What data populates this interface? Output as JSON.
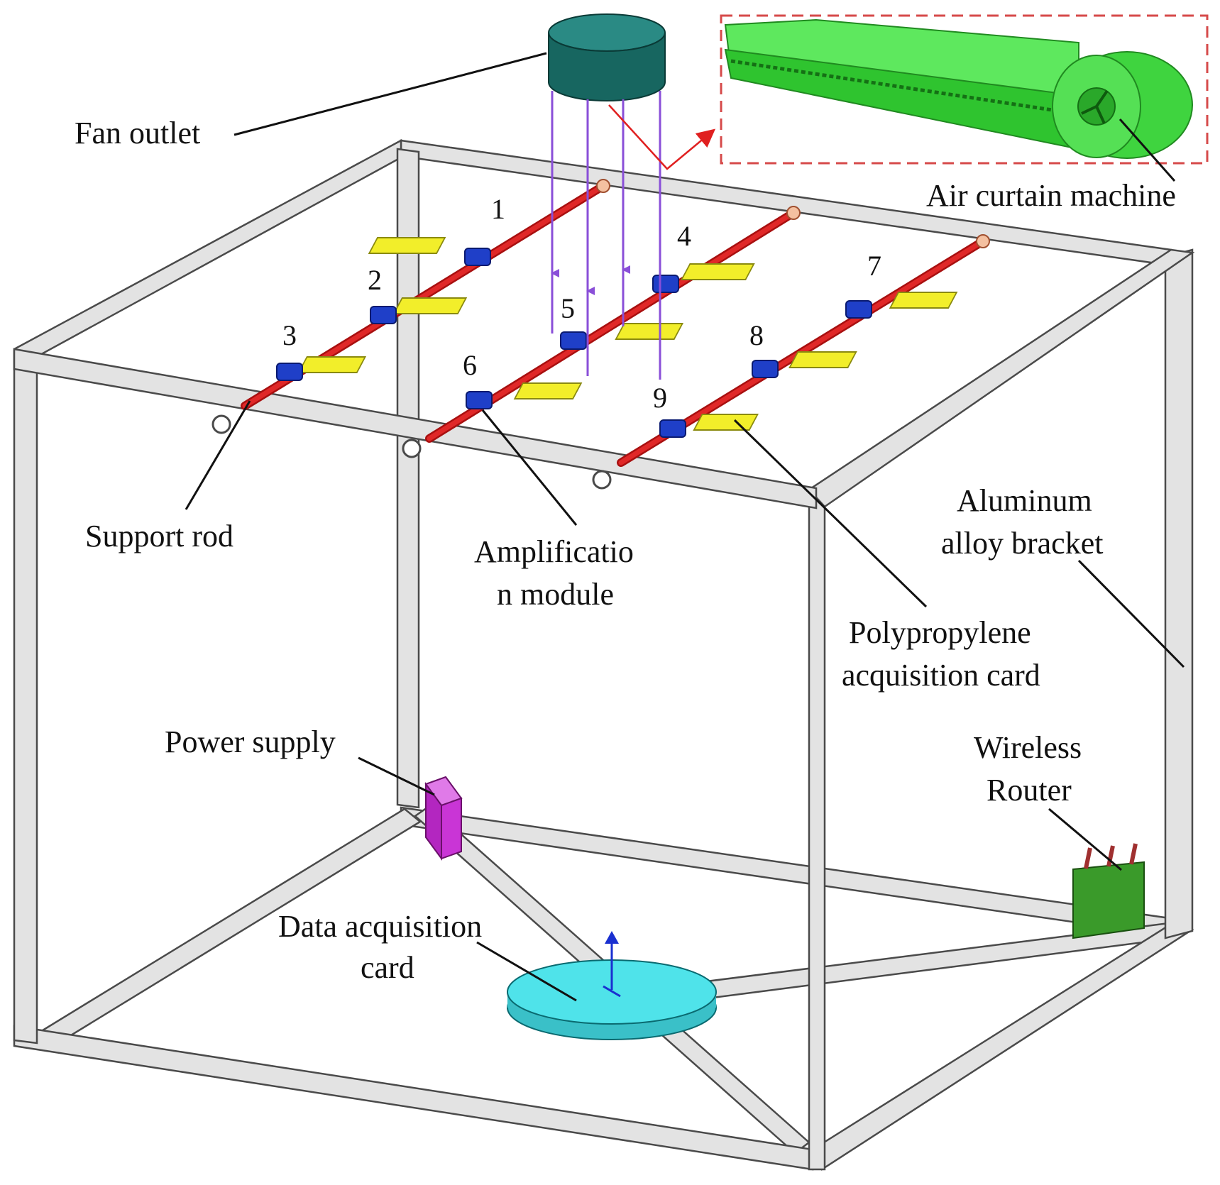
{
  "labels": {
    "fan_outlet": "Fan outlet",
    "air_curtain_machine": "Air curtain machine",
    "support_rod": "Support rod",
    "amplification_module_line1": "Amplificatio",
    "amplification_module_line2": "n module",
    "aluminum_bracket_line1": "Aluminum",
    "aluminum_bracket_line2": "alloy bracket",
    "polypropylene_card_line1": "Polypropylene",
    "polypropylene_card_line2": "acquisition card",
    "power_supply": "Power supply",
    "wireless_router_line1": "Wireless",
    "wireless_router_line2": "Router",
    "data_card_line1": "Data acquisition",
    "data_card_line2": "card"
  },
  "sensor_numbers": [
    "1",
    "2",
    "3",
    "4",
    "5",
    "6",
    "7",
    "8",
    "9"
  ],
  "colors": {
    "frame": "#e3e3e3",
    "frame_edge": "#4a4a4a",
    "support_rod": "#d62020",
    "amplification_module": "#1f3fc8",
    "polypropylene_card": "#f2ee2a",
    "fan": "#1d6b66",
    "airflow_arrows": "#8a4fd8",
    "air_curtain": "#3fd43f",
    "callout_box": "#d64a4a",
    "power_supply": "#c935d6",
    "data_card_disc": "#4fe3ea",
    "wireless_router": "#3a9a2a"
  }
}
